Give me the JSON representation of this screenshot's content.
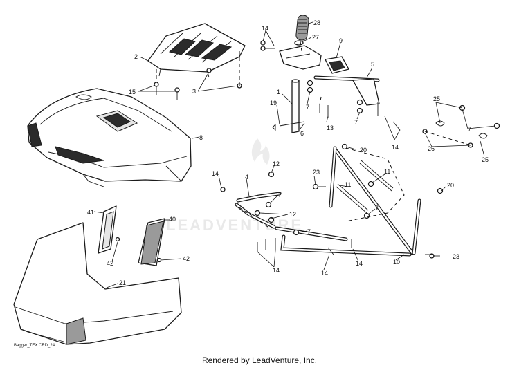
{
  "diagram": {
    "callouts": {
      "c1": "1",
      "c2": "2",
      "c3": "3",
      "c4": "4",
      "c5": "5",
      "c6": "6",
      "c7a": "7",
      "c7b": "7",
      "c7c": "7",
      "c7d": "7",
      "c7e": "7",
      "c7f": "7",
      "c7g": "7",
      "c8": "8",
      "c9": "9",
      "c10": "10",
      "c11a": "11",
      "c11b": "11",
      "c12a": "12",
      "c12b": "12",
      "c13": "13",
      "c14a": "14",
      "c14b": "14",
      "c14c": "14",
      "c14d": "14",
      "c14e": "14",
      "c14f": "14",
      "c15": "15",
      "c19": "19",
      "c20a": "20",
      "c20b": "20",
      "c21": "21",
      "c23a": "23",
      "c23b": "23",
      "c25a": "25",
      "c25b": "25",
      "c26": "26",
      "c27": "27",
      "c28": "28",
      "c40": "40",
      "c41": "41",
      "c42a": "42",
      "c42b": "42"
    },
    "watermark": "LEADVENTURE",
    "drawing_code": "Bagger_TEX CRD_24"
  },
  "footer": {
    "text": "Rendered by LeadVenture, Inc."
  }
}
